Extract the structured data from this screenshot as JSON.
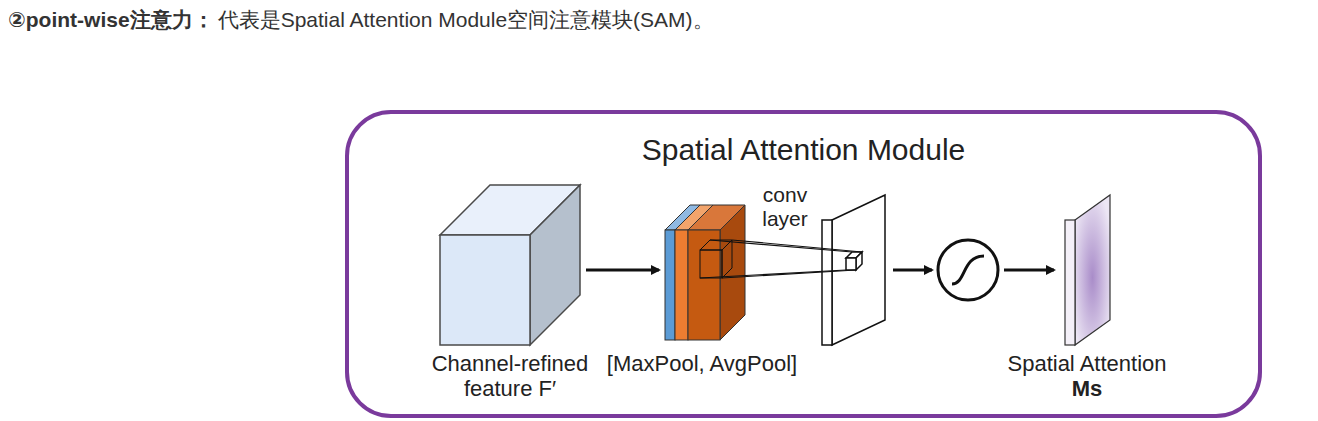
{
  "diagram": {
    "nodes": [
      {
        "text": [
          "Spatial Attention Module"
        ]
      },
      {
        "text": [
          "Channel-refined feature F′"
        ],
        "in": 0
      },
      {
        "text": [
          "[MaxPool, AvgPool]"
        ],
        "in": 0
      },
      {
        "text": [
          "conv layer"
        ],
        "in": 0
      },
      {
        "text": [
          "Spatial Attention",
          "Ms"
        ],
        "in": 0
      }
    ],
    "edges": [
      {
        "from": 1,
        "to": 2,
        "arrow": "to"
      }
    ],
    "labels": [
      "②point-wise注意力：",
      "代表是Spatial Attention Module空间注意模块(SAM)。"
    ]
  }
}
